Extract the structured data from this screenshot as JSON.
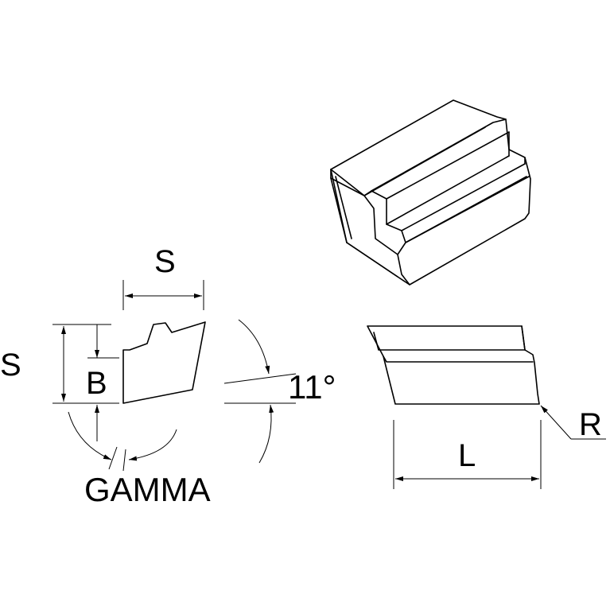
{
  "labels": {
    "front_width": "S",
    "front_height": "S",
    "chip_breaker": "B",
    "rake_angle": "GAMMA",
    "clearance_angle": "11°",
    "length": "L",
    "radius": "R"
  },
  "colors": {
    "line": "#000000",
    "background": "#ffffff"
  }
}
